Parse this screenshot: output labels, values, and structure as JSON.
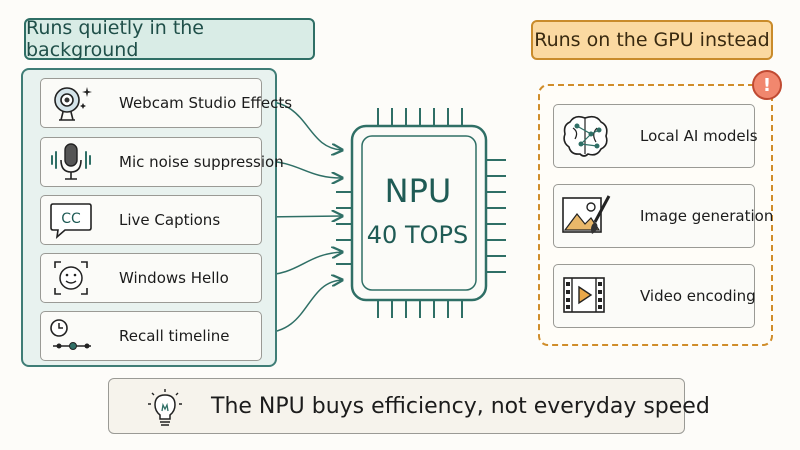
{
  "header_left": "Runs quietly in the background",
  "header_right": "Runs on the GPU instead",
  "chip": {
    "name": "NPU",
    "spec": "40 TOPS"
  },
  "npu_tasks": [
    {
      "label": "Webcam Studio Effects",
      "icon": "webcam-icon"
    },
    {
      "label": "Mic noise suppression",
      "icon": "microphone-icon"
    },
    {
      "label": "Live Captions",
      "icon": "captions-icon"
    },
    {
      "label": "Windows Hello",
      "icon": "face-scan-icon"
    },
    {
      "label": "Recall timeline",
      "icon": "timeline-icon"
    }
  ],
  "gpu_tasks": [
    {
      "label": "Local AI models",
      "icon": "brain-network-icon"
    },
    {
      "label": "Image generation",
      "icon": "image-brush-icon"
    },
    {
      "label": "Video encoding",
      "icon": "video-film-icon"
    }
  ],
  "alert_badge": "!",
  "footer_text": "The NPU buys efficiency, not everyday speed",
  "colors": {
    "teal": "#2f6f66",
    "orange": "#d08d2a",
    "left_fill": "#e8f2ef",
    "right_header_fill": "#fbd9a1"
  }
}
